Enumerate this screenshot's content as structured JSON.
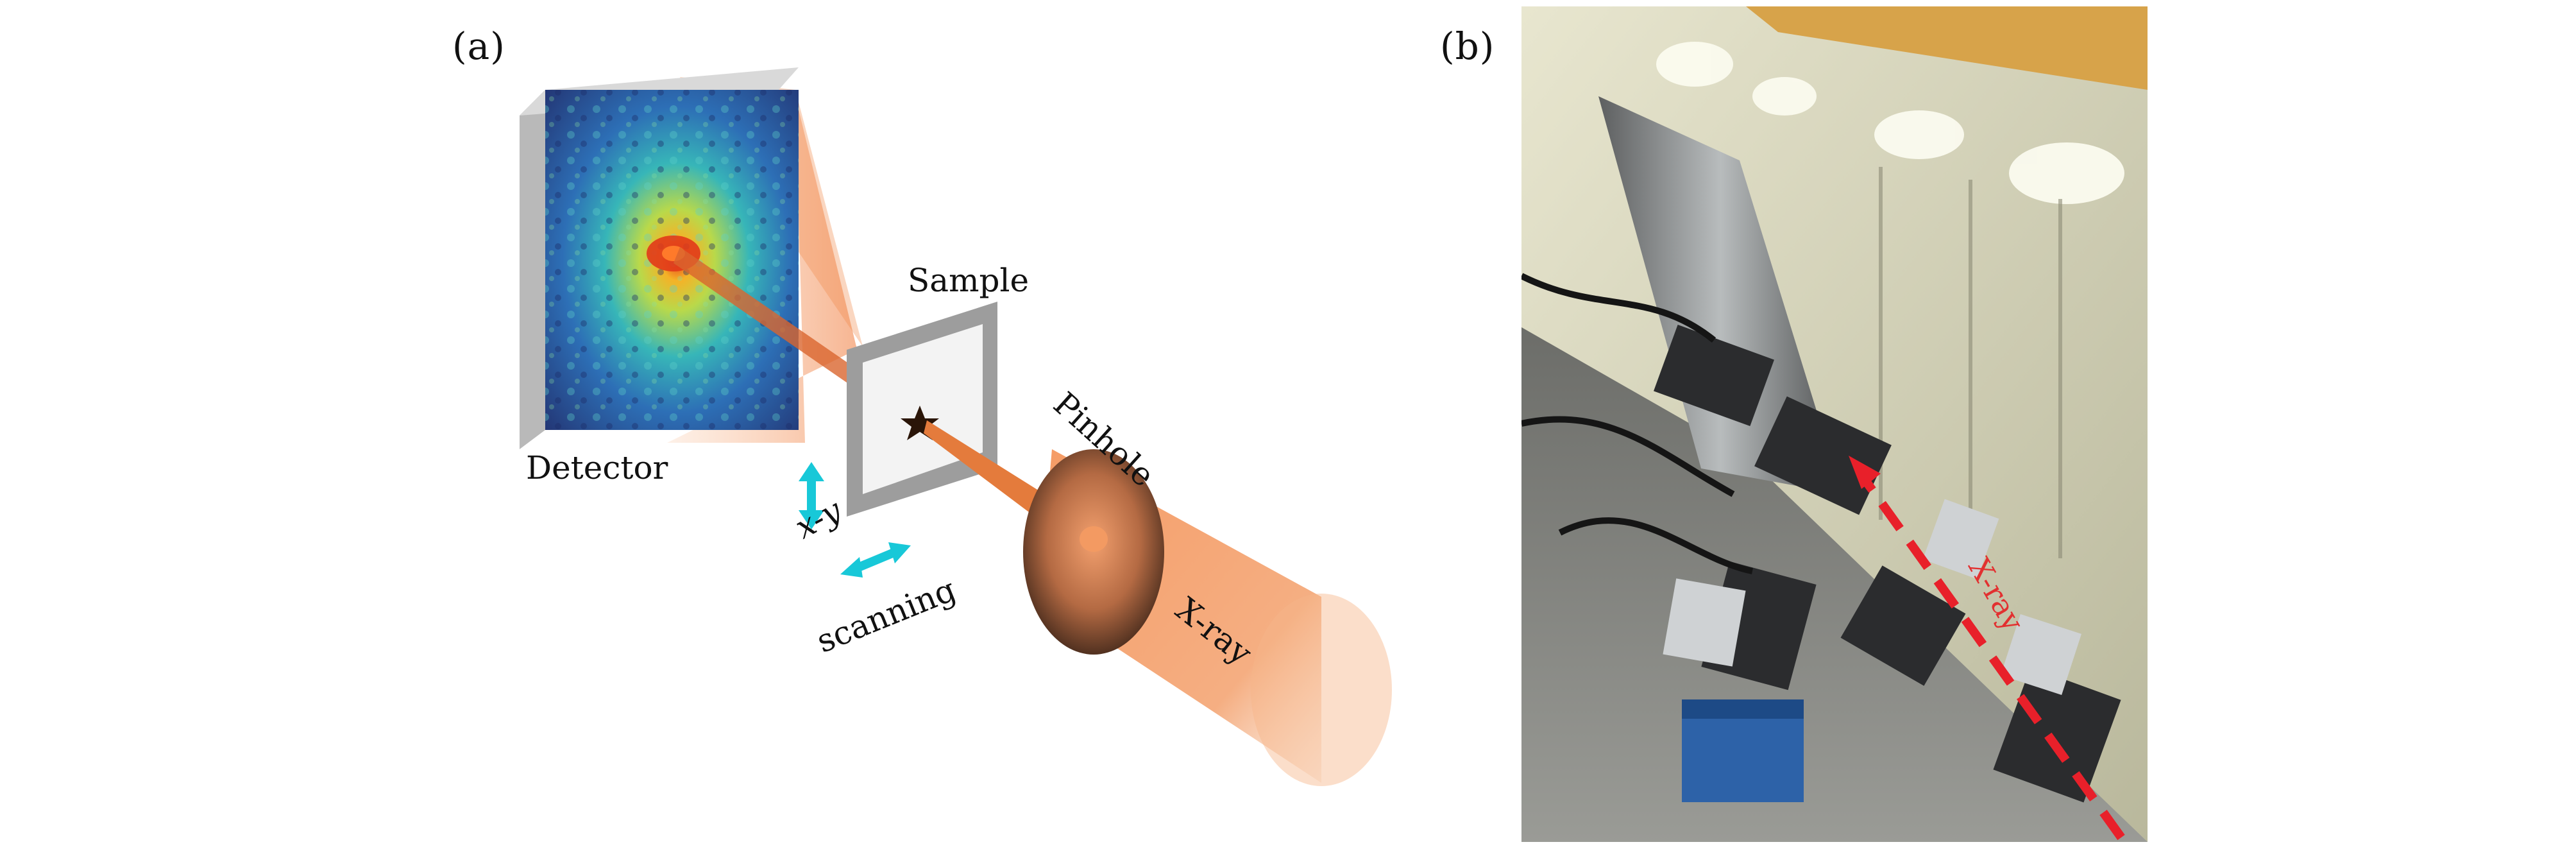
{
  "panels": {
    "a": {
      "label": "(a)"
    },
    "b": {
      "label": "(b)"
    }
  },
  "schematic": {
    "detector_label": "Detector",
    "sample_label": "Sample",
    "pinhole_label": "Pinhole",
    "scan_axes_label": "x-y",
    "scanning_label": "scanning",
    "xray_label": "X-ray"
  },
  "photo": {
    "xray_label": "X-ray"
  },
  "colors": {
    "beam": "#f08a4b",
    "beam_dark": "#c85a22",
    "scan_arrow": "#18c8d8",
    "photo_arrow": "#e8202a",
    "detector_frame": "#9a9a9a"
  }
}
